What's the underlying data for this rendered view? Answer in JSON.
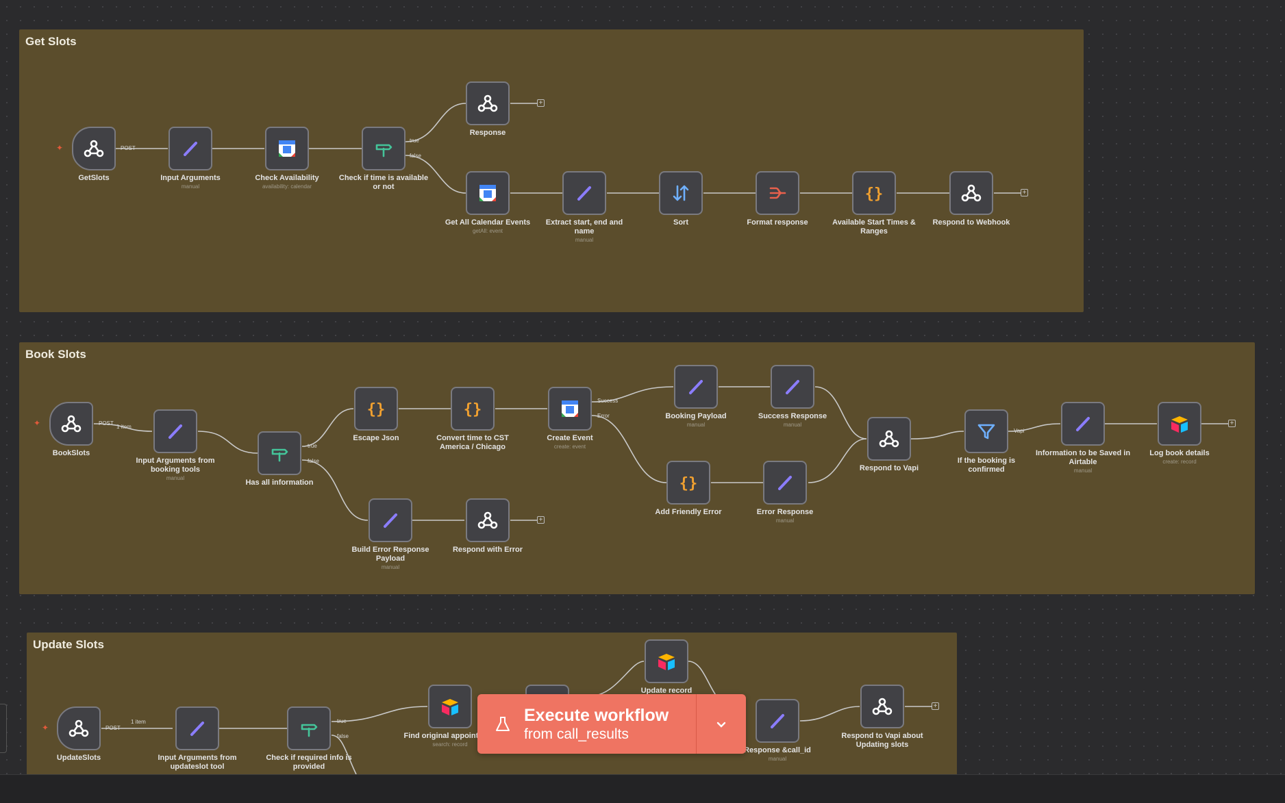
{
  "groups": {
    "get": "Get Slots",
    "book": "Book Slots",
    "update": "Update Slots"
  },
  "nodes": {
    "getslots": {
      "label": "GetSlots",
      "sub": ""
    },
    "input_args": {
      "label": "Input Arguments",
      "sub": "manual"
    },
    "check_avail": {
      "label": "Check Availability",
      "sub": "availability: calendar"
    },
    "check_time": {
      "label": "Check if time is available or not",
      "sub": ""
    },
    "response": {
      "label": "Response",
      "sub": ""
    },
    "get_events": {
      "label": "Get All Calendar Events",
      "sub": "getAll: event"
    },
    "extract": {
      "label": "Extract start, end and name",
      "sub": "manual"
    },
    "sort": {
      "label": "Sort",
      "sub": ""
    },
    "format": {
      "label": "Format response",
      "sub": ""
    },
    "avail_times": {
      "label": "Available Start Times & Ranges",
      "sub": ""
    },
    "respond_webhook": {
      "label": "Respond to Webhook",
      "sub": ""
    },
    "bookslots": {
      "label": "BookSlots",
      "sub": ""
    },
    "input_book": {
      "label": "Input Arguments from booking tools",
      "sub": "manual"
    },
    "has_all": {
      "label": "Has all information",
      "sub": ""
    },
    "escape_json": {
      "label": "Escape Json",
      "sub": ""
    },
    "convert_time": {
      "label": "Convert time to CST America / Chicago",
      "sub": ""
    },
    "create_event": {
      "label": "Create Event",
      "sub": "create: event"
    },
    "booking_payload": {
      "label": "Booking Payload",
      "sub": "manual"
    },
    "success_resp": {
      "label": "Success Response",
      "sub": "manual"
    },
    "friendly_err": {
      "label": "Add Friendly Error",
      "sub": ""
    },
    "error_resp": {
      "label": "Error Response",
      "sub": "manual"
    },
    "respond_vapi": {
      "label": "Respond to Vapi",
      "sub": ""
    },
    "if_confirmed": {
      "label": "If the booking is confirmed",
      "sub": ""
    },
    "info_airtable": {
      "label": "Information to be Saved in Airtable",
      "sub": "manual"
    },
    "log_book": {
      "label": "Log book details",
      "sub": "create: record"
    },
    "build_err": {
      "label": "Build Error Response Payload",
      "sub": "manual"
    },
    "respond_err": {
      "label": "Respond with Error",
      "sub": ""
    },
    "updateslots": {
      "label": "UpdateSlots",
      "sub": ""
    },
    "input_update": {
      "label": "Input Arguments from updateslot tool",
      "sub": ""
    },
    "check_required": {
      "label": "Check if required info is provided",
      "sub": ""
    },
    "find_orig": {
      "label": "Find original appointment",
      "sub": "search: record"
    },
    "update_record": {
      "label": "Update record",
      "sub": ""
    },
    "resp_callid": {
      "label": "Response &call_id",
      "sub": "manual"
    },
    "respond_vapi_update": {
      "label": "Respond to Vapi about Updating slots",
      "sub": ""
    }
  },
  "ports": {
    "post": "POST",
    "true": "true",
    "false": "false",
    "success": "Success",
    "error": "Error",
    "one_item": "1 item",
    "vapi": "Vapi"
  },
  "execute": {
    "title": "Execute workflow",
    "subtitle": "from call_results"
  },
  "colors": {
    "canvas": "#2b2b2d",
    "group": "#5b4d2c",
    "node": "#414145",
    "button": "#ef7462"
  }
}
